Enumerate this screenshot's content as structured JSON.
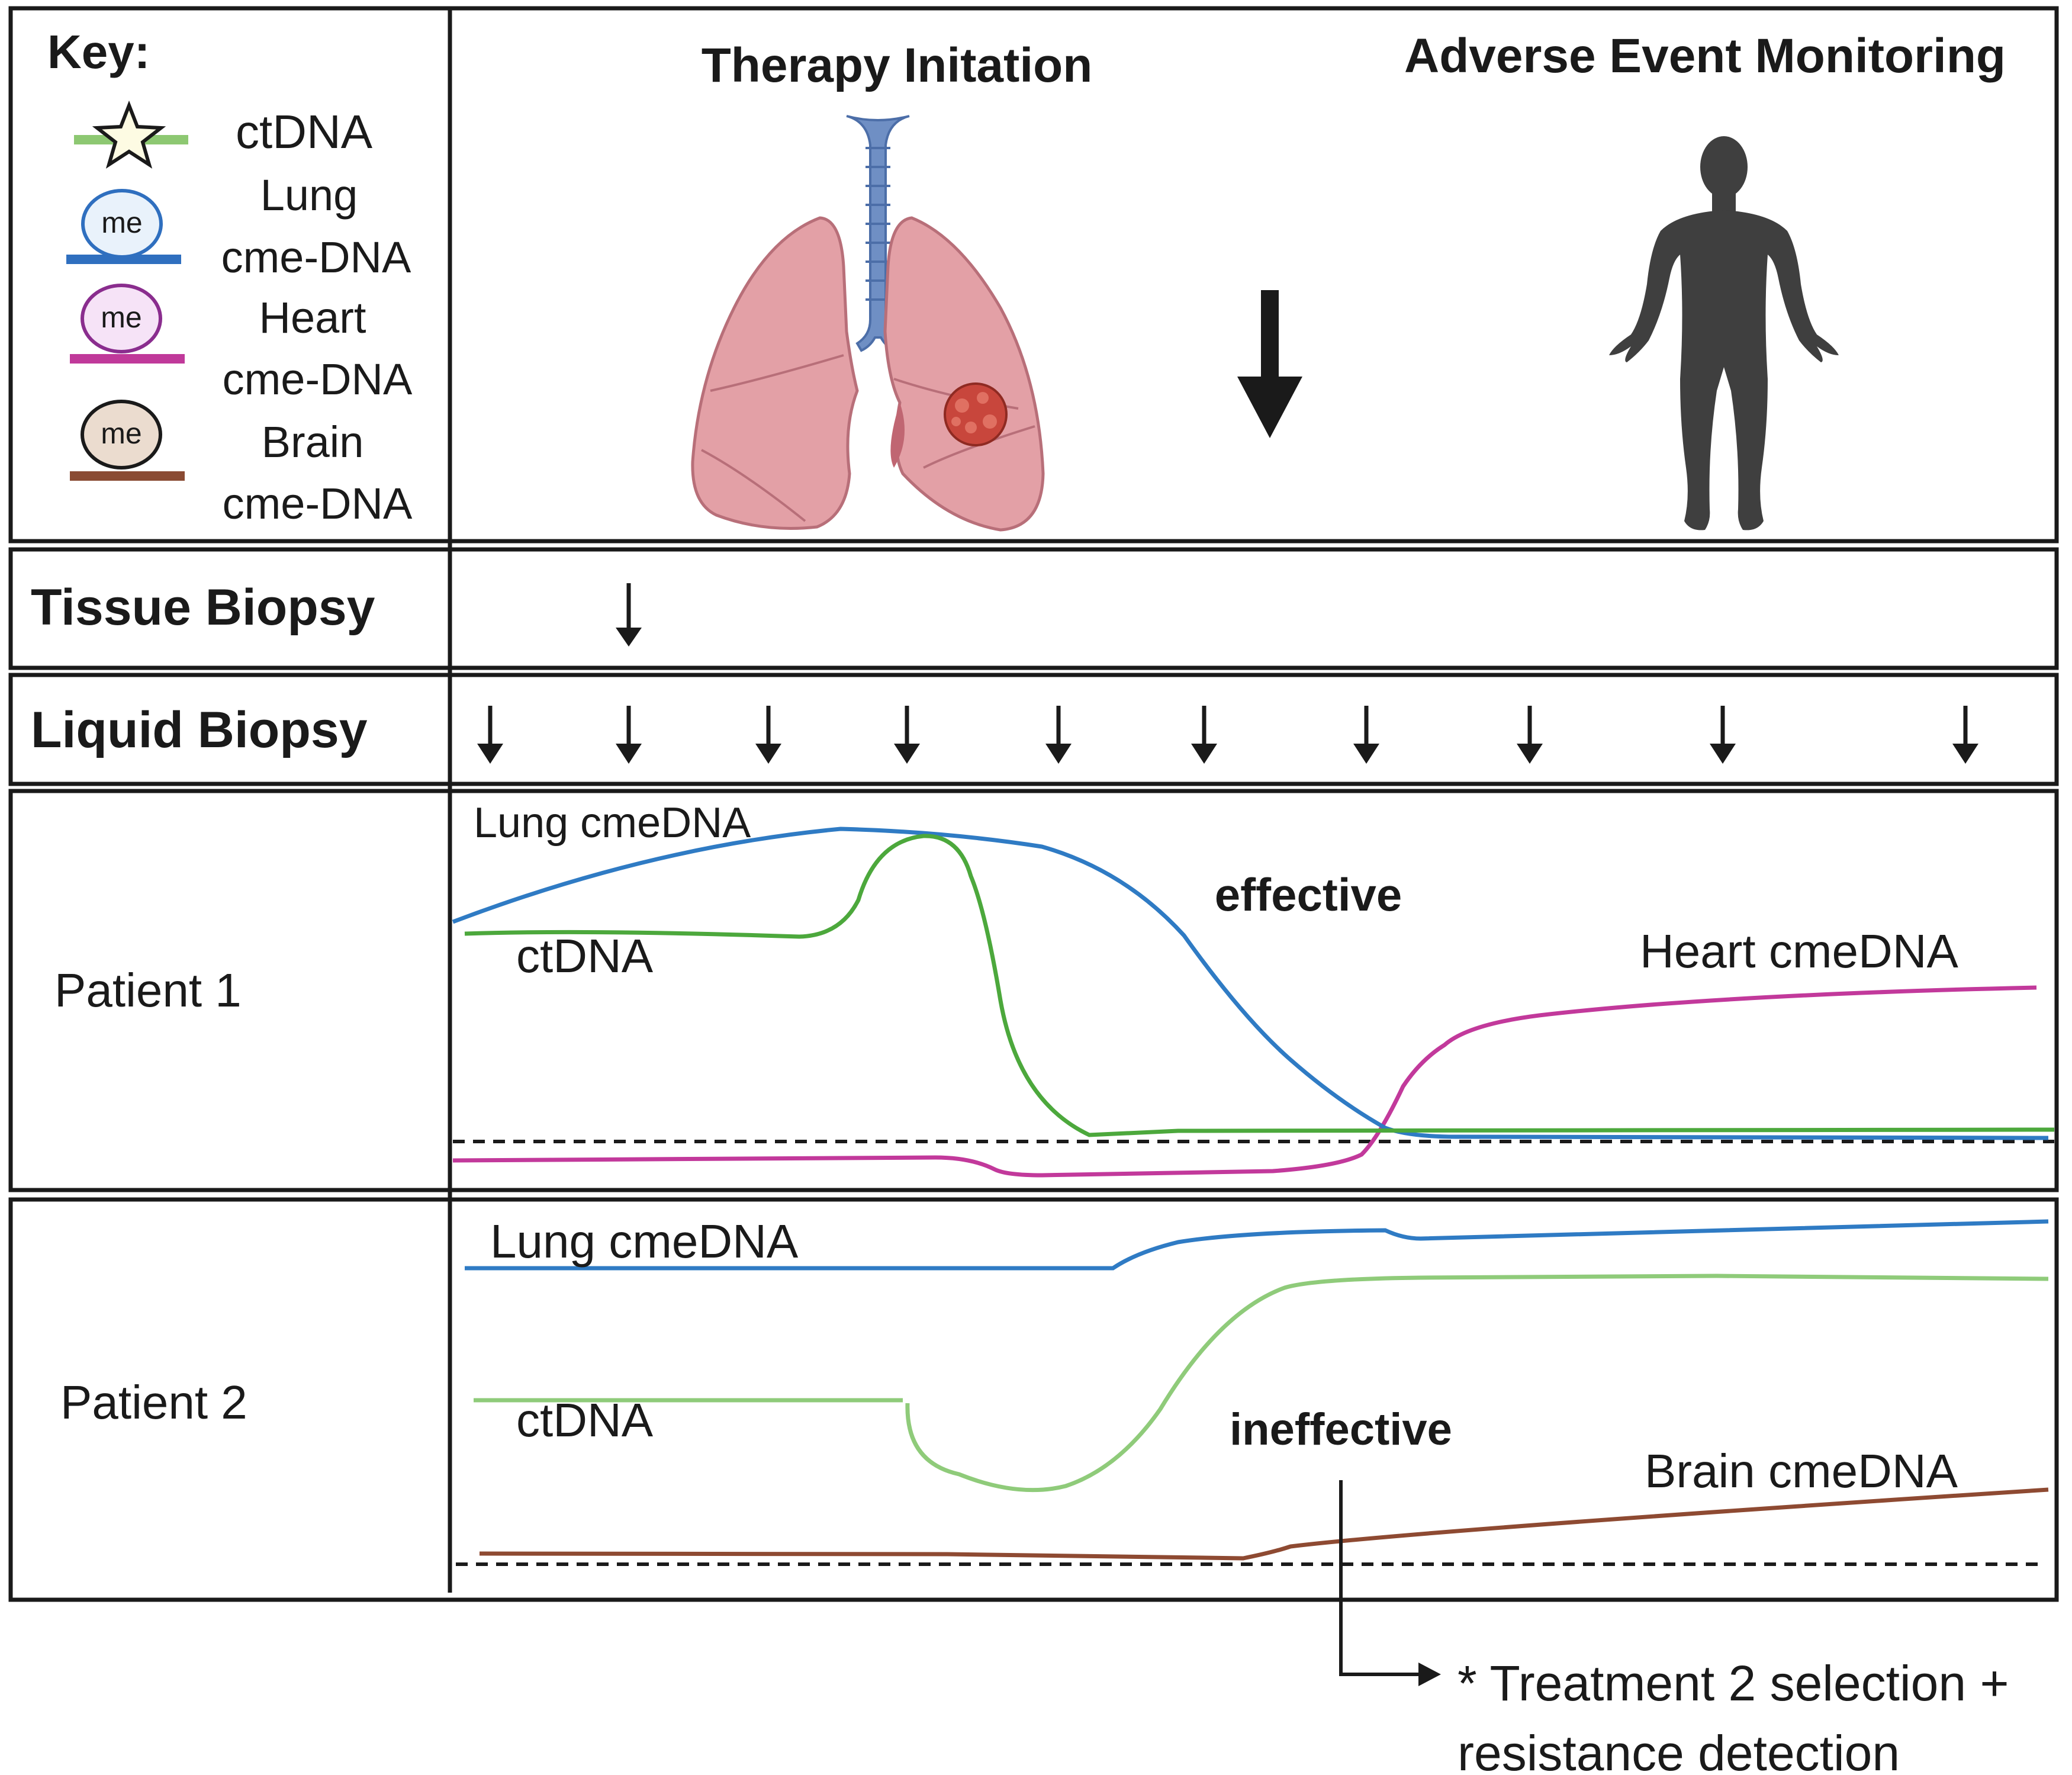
{
  "key": {
    "title": "Key:",
    "items": [
      {
        "icon": "star-icon",
        "label_lines": [
          "ctDNA"
        ],
        "color": "#8dc872",
        "fill": "#fdfbe3"
      },
      {
        "icon": "lung-methylation-icon",
        "badge": "me",
        "label_lines": [
          "Lung",
          "cme-DNA"
        ],
        "color": "#2f6fbf",
        "fill": "#e9f2fb"
      },
      {
        "icon": "heart-methylation-icon",
        "badge": "me",
        "label_lines": [
          "Heart",
          "cme-DNA"
        ],
        "color": "#c0399a",
        "fill": "#f6e3f7"
      },
      {
        "icon": "brain-methylation-icon",
        "badge": "me",
        "label_lines": [
          "Brain",
          "cme-DNA"
        ],
        "color": "#8a4b33",
        "fill": "#ebdccf"
      }
    ]
  },
  "header": {
    "therapy_label": "Therapy Initation",
    "adverse_label": "Adverse Event Monitoring",
    "icons": [
      "lungs-with-tumor-icon",
      "down-arrow-icon",
      "human-silhouette-icon"
    ]
  },
  "rows": {
    "tissue_biopsy": "Tissue Biopsy",
    "liquid_biopsy": "Liquid Biopsy",
    "patient1": "Patient 1",
    "patient2": "Patient 2"
  },
  "patient1": {
    "lung_label": "Lung cmeDNA",
    "ctdna_label": "ctDNA",
    "outcome": "effective",
    "heart_label": "Heart cmeDNA"
  },
  "patient2": {
    "lung_label": "Lung cmeDNA",
    "ctdna_label": "ctDNA",
    "outcome": "ineffective",
    "brain_label": "Brain cmeDNA"
  },
  "footnote": {
    "line1": "* Treatment 2 selection +",
    "line2": "resistance detection"
  },
  "colors": {
    "lung": "#2f7bc4",
    "ctdna_p1": "#4ca83c",
    "ctdna_p2": "#8fcb7a",
    "heart": "#c2399b",
    "brain": "#8e4a32",
    "lung_tissue": "#e3a0a6",
    "trachea": "#6f8fc4",
    "tumor": "#c8463c",
    "silhouette": "#3f3f3f"
  }
}
